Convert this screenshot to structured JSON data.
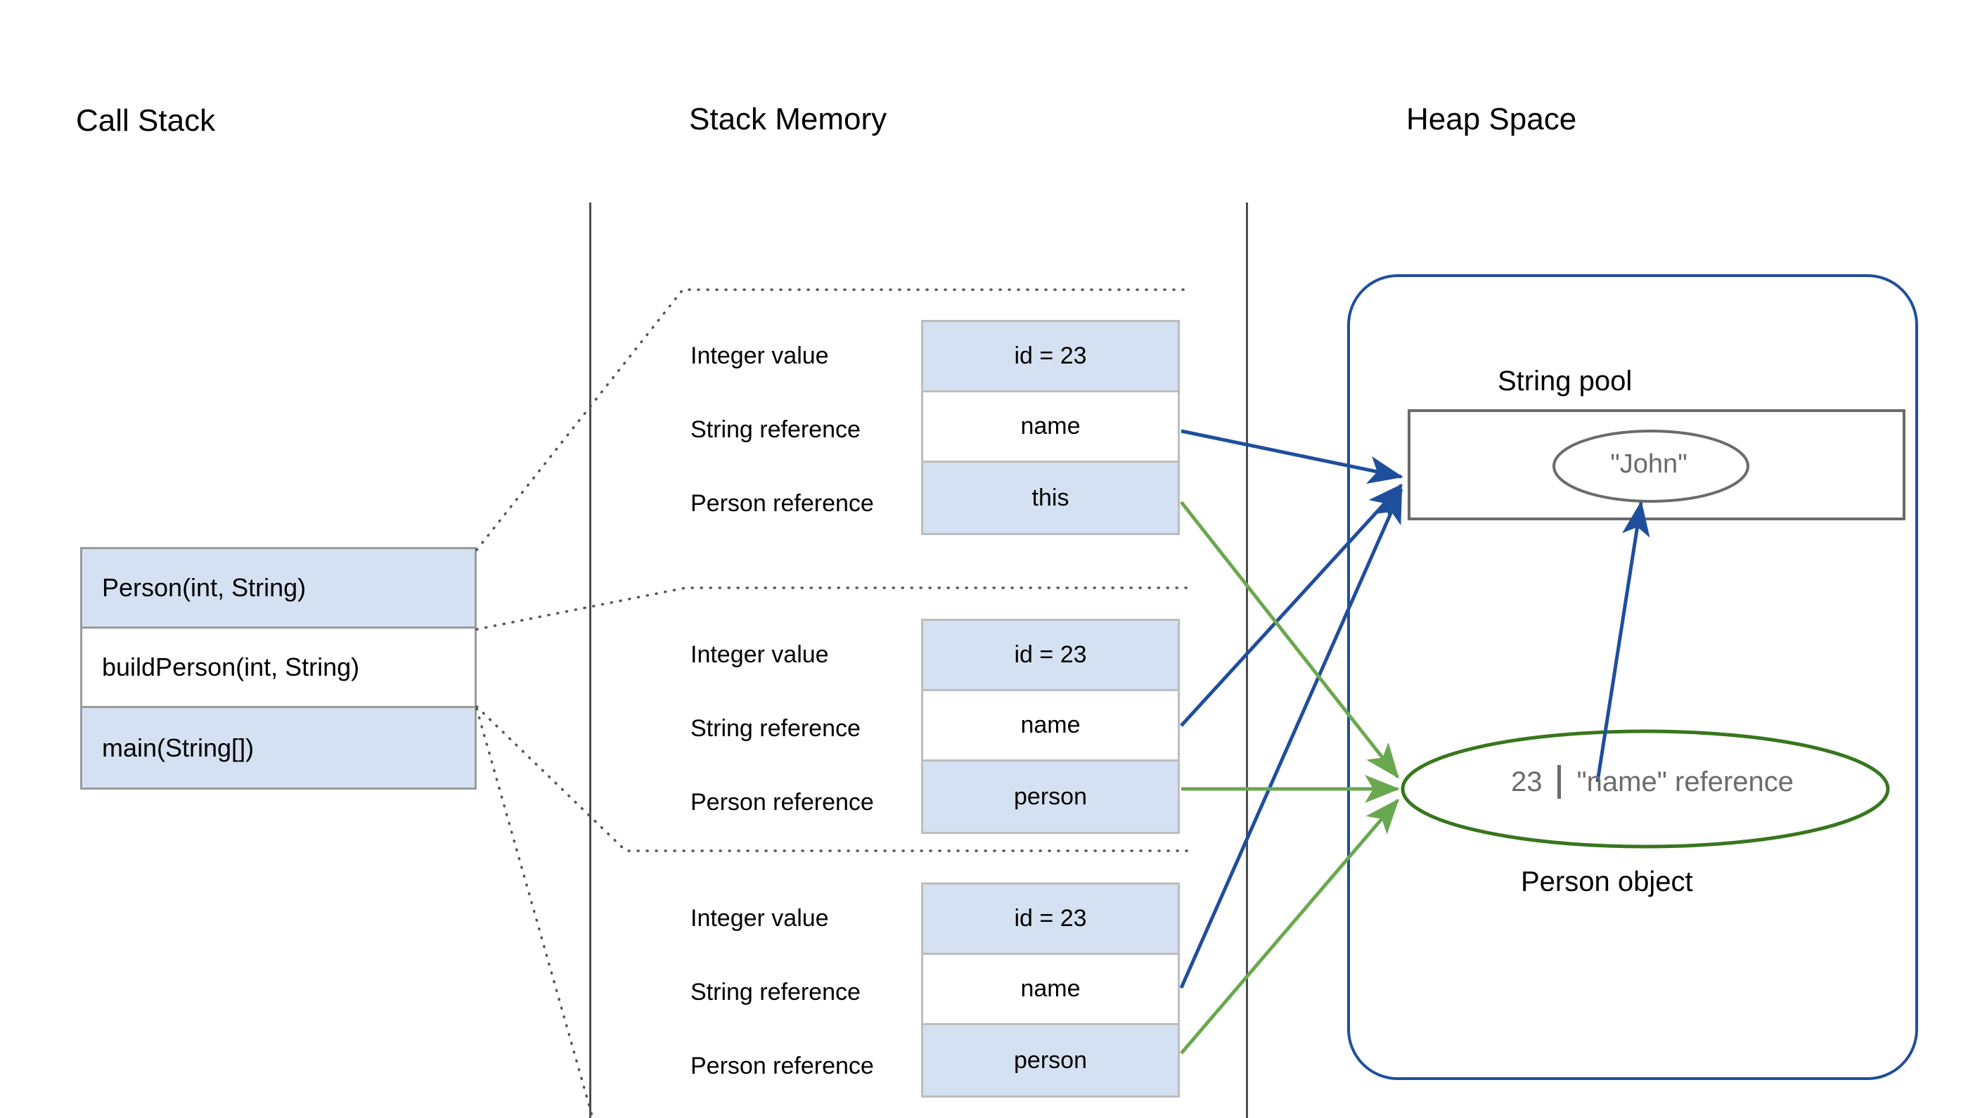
{
  "columns": {
    "call_stack": "Call Stack",
    "stack_memory": "Stack Memory",
    "heap_space": "Heap Space"
  },
  "call_stack": {
    "frames": [
      {
        "label": "Person(int, String)",
        "style": "shaded"
      },
      {
        "label": "buildPerson(int, String)",
        "style": "plain"
      },
      {
        "label": "main(String[])",
        "style": "shaded"
      }
    ]
  },
  "stack_memory": {
    "frames": [
      {
        "rows": [
          {
            "label": "Integer value",
            "value": "id = 23",
            "style": "shaded"
          },
          {
            "label": "String reference",
            "value": "name",
            "style": "plain"
          },
          {
            "label": "Person reference",
            "value": "this",
            "style": "shaded"
          }
        ]
      },
      {
        "rows": [
          {
            "label": "Integer value",
            "value": "id = 23",
            "style": "shaded"
          },
          {
            "label": "String reference",
            "value": "name",
            "style": "plain"
          },
          {
            "label": "Person reference",
            "value": "person",
            "style": "shaded"
          }
        ]
      },
      {
        "rows": [
          {
            "label": "Integer value",
            "value": "id = 23",
            "style": "shaded"
          },
          {
            "label": "String reference",
            "value": "name",
            "style": "plain"
          },
          {
            "label": "Person reference",
            "value": "person",
            "style": "shaded"
          }
        ]
      }
    ]
  },
  "heap": {
    "string_pool_title": "String pool",
    "string_literal": "\"John\"",
    "person_object_title": "Person object",
    "person_id": "23",
    "person_name_ref": "\"name\" reference"
  },
  "colors": {
    "cell_shaded": "#d4e1f2",
    "cell_border": "#bdbdbd",
    "heap_border": "#1f4e9c",
    "string_arrow": "#1f4e9c",
    "person_arrow": "#6aa84f",
    "person_oval": "#38761d",
    "string_oval": "#6b6b6b",
    "divider": "#4d4d4d",
    "muted_text": "#6b6b6b"
  }
}
